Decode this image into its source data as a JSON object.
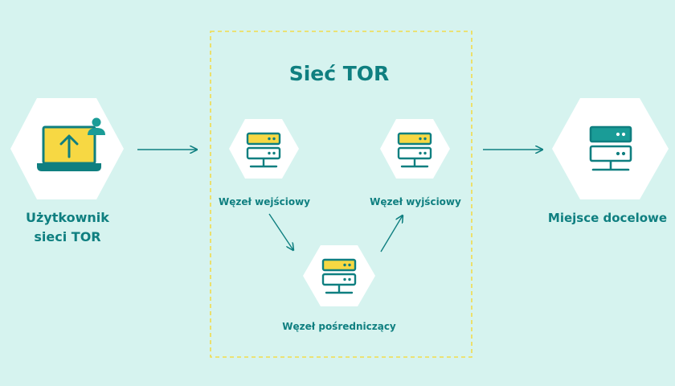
{
  "network": {
    "title": "Sieć TOR"
  },
  "user": {
    "label_line1": "Użytkownik",
    "label_line2": "sieci TOR"
  },
  "destination": {
    "label": "Miejsce docelowe"
  },
  "nodes": {
    "entry": {
      "label": "Węzeł wejściowy"
    },
    "middle": {
      "label": "Węzeł pośredniczący"
    },
    "exit": {
      "label": "Węzeł wyjściowy"
    }
  },
  "colors": {
    "background": "#d6f3ef",
    "teal": "#0f7f80",
    "teal_light": "#1a9c97",
    "yellow": "#f7d843",
    "dashed_border": "#f2dc4c",
    "hexagon": "#ffffff"
  },
  "icons": {
    "user_device": "laptop-upload-icon",
    "user_badge": "user-badge-icon",
    "node": "server-stack-icon",
    "destination": "server-stack-icon"
  }
}
